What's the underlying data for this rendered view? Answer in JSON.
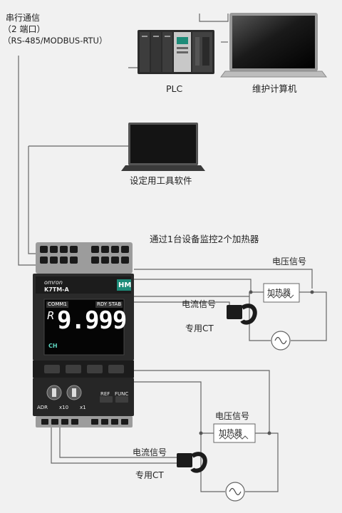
{
  "comm": {
    "line1": "串行通信",
    "line2": "（2 端口）",
    "line3": "（RS-485/MODBUS-RTU）"
  },
  "plc_label": "PLC",
  "maint_pc_label": "维护计算机",
  "setting_pc_label": "设定用工具软件",
  "headline": "通过1台设备监控2个加热器",
  "upper": {
    "voltage_label": "电压信号",
    "current_label": "电流信号",
    "ct_label": "专用CT",
    "heater_label": "加热器"
  },
  "lower": {
    "voltage_label": "电压信号",
    "current_label": "电流信号",
    "ct_label": "专用CT",
    "heater_label": "加热器"
  },
  "device": {
    "brand": "omron",
    "model": "K7TM-A",
    "badge": "HM",
    "comm_indicator": "COMM1",
    "status_indicators": "RDY STAB",
    "display_prefix": "R",
    "display_value": "9.999",
    "sub_label": "CH",
    "adr_label": "ADR",
    "x10_label": "x10",
    "x1_label": "x1",
    "ref_label": "REF",
    "func_label": "FUNC"
  },
  "colors": {
    "display_green": "#5ed6c1",
    "badge_teal": "#1e8c79",
    "wire": "#666666"
  }
}
